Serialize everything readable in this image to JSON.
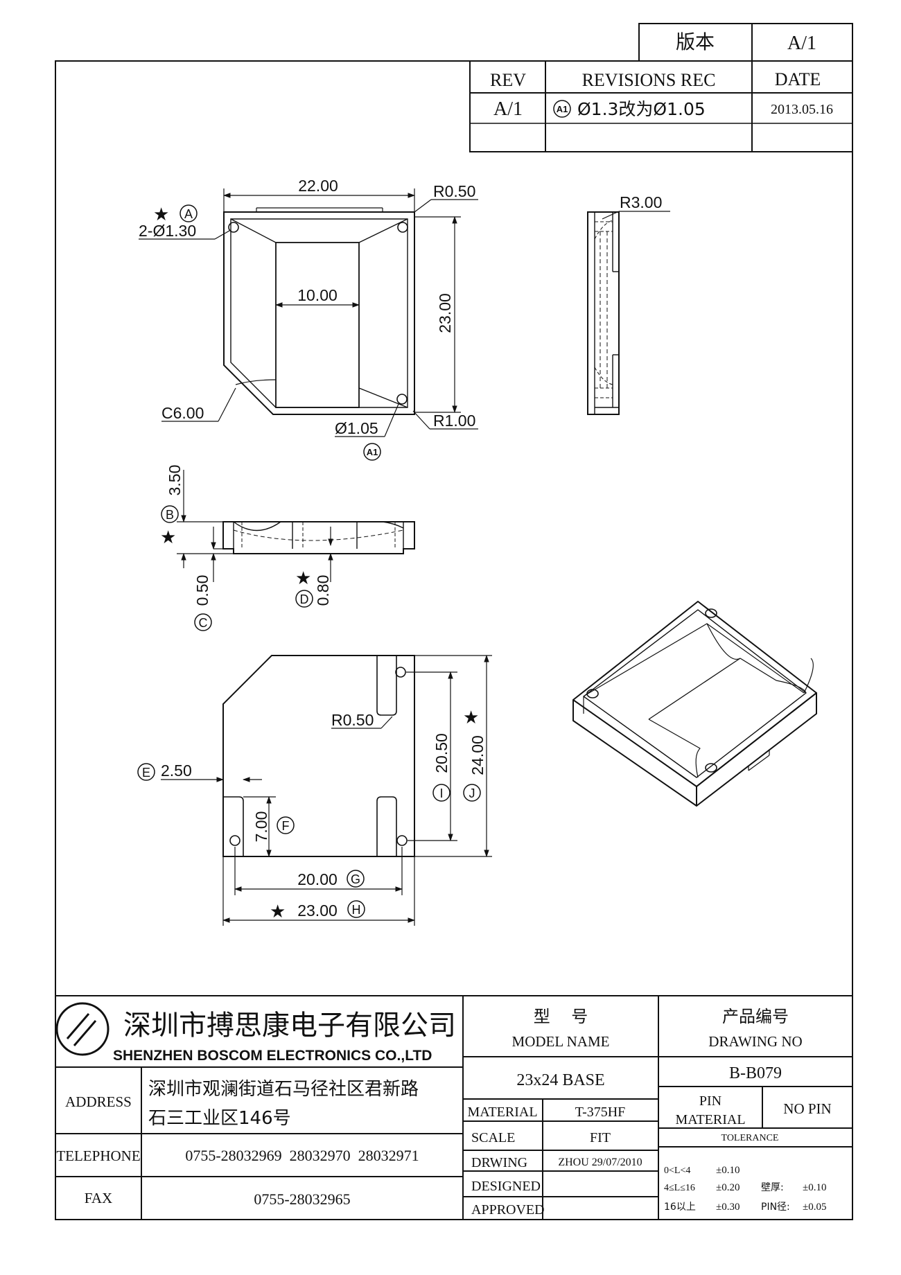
{
  "version_block": {
    "label": "版本",
    "value": "A/1"
  },
  "revisions": {
    "headers": {
      "rev": "REV",
      "rec": "REVISIONS REC",
      "date": "DATE"
    },
    "rows": [
      {
        "rev": "A/1",
        "marker": "A1",
        "rec": "Ø1.3改为Ø1.05",
        "date": "2013.05.16"
      }
    ]
  },
  "top_view": {
    "width_dim": "22.00",
    "height_dim": "23.00",
    "window_dim": "10.00",
    "radius_dim": "R0.50",
    "hole_dim": "2-Ø1.30",
    "hole_marker": "A",
    "chamfer_dim": "C6.00",
    "small_hole_dim": "Ø1.05",
    "small_hole_marker": "A1",
    "corner_radius_dim": "R1.00"
  },
  "side_view": {
    "radius_dim": "R3.00"
  },
  "front_view": {
    "height_dim": "3.50",
    "height_marker": "B",
    "base_dim": "0.50",
    "base_marker": "C",
    "floor_dim": "0.80",
    "floor_marker": "D"
  },
  "bottom_view": {
    "radius_dim": "R0.50",
    "offset_dim": "2.50",
    "offset_marker": "E",
    "slot_dim": "7.00",
    "slot_marker": "F",
    "pitch_x_dim": "20.00",
    "pitch_x_marker": "G",
    "width_dim": "23.00",
    "width_marker": "H",
    "pitch_y_dim": "20.50",
    "pitch_y_marker": "I",
    "height_dim": "24.00",
    "height_marker": "J"
  },
  "title_block": {
    "company_cn": "深圳市搏思康电子有限公司",
    "company_en": "SHENZHEN BOSCOM ELECTRONICS CO.,LTD",
    "model_label_cn": "型    号",
    "model_label_en": "MODEL NAME",
    "model_value": "23x24 BASE",
    "drawing_label_cn": "产品编号",
    "drawing_label_en": "DRAWING NO",
    "drawing_value": "B-B079",
    "address_label": "ADDRESS",
    "address_line1": "深圳市观澜街道石马径社区君新路",
    "address_line2": "石三工业区146号",
    "telephone_label": "TELEPHONE",
    "telephone_value": "0755-28032969  28032970  28032971",
    "fax_label": "FAX",
    "fax_value": "0755-28032965",
    "material_label": "MATERIAL",
    "material_value": "T-375HF",
    "scale_label": "SCALE",
    "scale_value": "FIT",
    "drawing_row_label": "DRWING",
    "drawing_row_value": "ZHOU 29/07/2010",
    "designed_label": "DESIGNED",
    "approved_label": "APPROVED",
    "pin_material_label_1": "PIN",
    "pin_material_label_2": "MATERIAL",
    "pin_material_value": "NO PIN",
    "tolerance_label": "TOLERANCE",
    "tolerance_rows": [
      {
        "range": "0<L<4",
        "value": "±0.10",
        "extra_label": "",
        "extra_value": ""
      },
      {
        "range": "4≤L≤16",
        "value": "±0.20",
        "extra_label": "壁厚:",
        "extra_value": "±0.10"
      },
      {
        "range": "16以上",
        "value": "±0.30",
        "extra_label": "PIN径:",
        "extra_value": "±0.05"
      }
    ]
  }
}
